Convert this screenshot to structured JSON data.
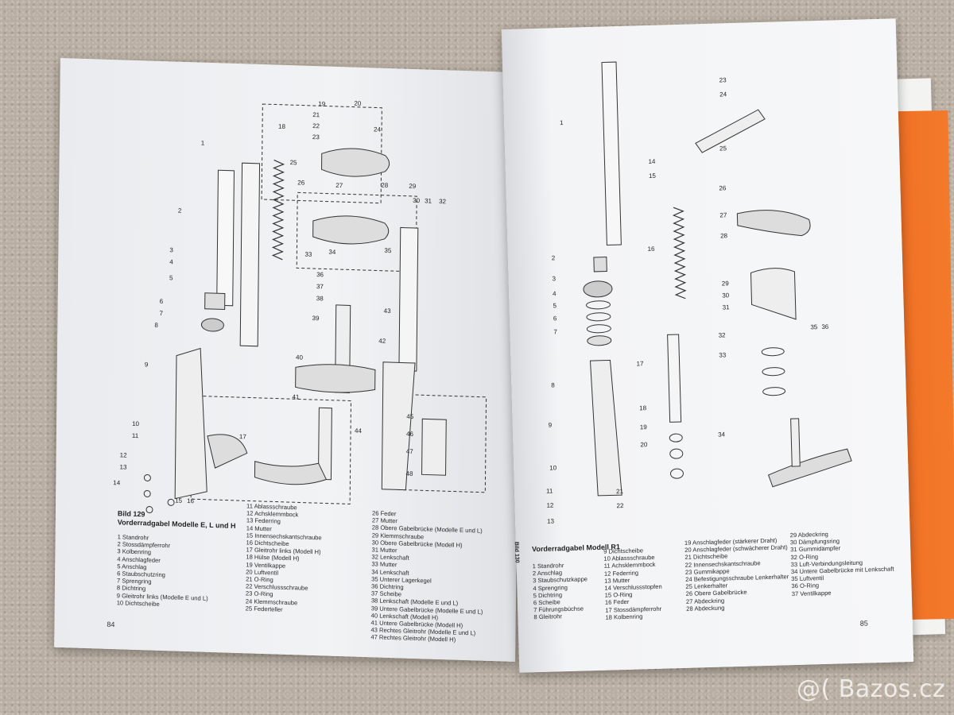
{
  "left_page": {
    "figure_title_line1": "Bild 129",
    "figure_title_line2": "Vorderradgabel Modelle E, L und H",
    "page_number": "84",
    "legend_col1": [
      "1  Standrohr",
      "2  Stossdämpferrohr",
      "3  Kolbenring",
      "4  Anschlagfeder",
      "5  Anschlag",
      "6  Staubschutzring",
      "7  Sprengring",
      "8  Dichtring",
      "9  Gleitrohr links (Modelle E und L)",
      "10  Dichtscheibe"
    ],
    "legend_col2": [
      "11  Ablassschraube",
      "12  Achsklemmbock",
      "13  Federring",
      "14  Mutter",
      "15  Innensechskantschraube",
      "16  Dichtscheibe",
      "17  Gleitrohr links (Modell H)",
      "18  Hülse (Modell H)",
      "19  Ventilkappe",
      "20  Luftventil",
      "21  O-Ring",
      "22  Verschlussschraube",
      "23  O-Ring",
      "24  Klemmschraube",
      "25  Federteller"
    ],
    "legend_col3": [
      "26  Feder",
      "27  Mutter",
      "28  Obere Gabelbrücke (Modelle E und L)",
      "29  Klemmschraube",
      "30  Obere Gabelbrücke (Modell H)",
      "31  Mutter",
      "32  Lenkschaft",
      "33  Mutter",
      "34  Lenkschaft",
      "35  Unterer Lagerkegel",
      "36  Dichtring",
      "37  Scheibe",
      "38  Lenkschaft (Modelle E und L)",
      "39  Untere Gabelbrücke (Modelle E und L)",
      "40  Lenkschaft (Modell H)",
      "41  Untere Gabelbrücke (Modell H)",
      "43  Rechtes Gleitrohr (Modelle E und L)",
      "47  Rechtes Gleitrohr (Modell H)"
    ],
    "callouts": [
      "1",
      "2",
      "3",
      "4",
      "5",
      "6",
      "7",
      "8",
      "9",
      "10",
      "11",
      "12",
      "13",
      "14",
      "15",
      "16",
      "17",
      "18",
      "19",
      "20",
      "21",
      "22",
      "23",
      "24",
      "25",
      "26",
      "27",
      "28",
      "29",
      "30",
      "31",
      "32",
      "33",
      "34",
      "35",
      "36",
      "37",
      "38",
      "39",
      "40",
      "41",
      "42",
      "43",
      "44",
      "45",
      "46",
      "47",
      "48"
    ]
  },
  "right_page": {
    "figure_title_line1": "Bild 130",
    "figure_title_line2": "Vorderradgabel Modell R1",
    "page_number": "85",
    "legend_col1": [
      "1  Standrohr",
      "2  Anschlag",
      "3  Staubschutzkappe",
      "4  Sprengring",
      "5  Dichtring",
      "6  Scheibe",
      "7  Führungsbüchse",
      "8  Gleitrohr"
    ],
    "legend_col2": [
      "9  Dichtscheibe",
      "10  Ablassschraube",
      "11  Achsklemmbock",
      "12  Federring",
      "13  Mutter",
      "14  Verschlussstopfen",
      "15  O-Ring",
      "16  Feder",
      "17  Stossdämpferrohr",
      "18  Kolbenring"
    ],
    "legend_col3": [
      "19  Anschlagfeder (stärkerer Draht)",
      "20  Anschlagfeder (schwächerer Draht)",
      "21  Dichtscheibe",
      "22  Innensechskantschraube",
      "23  Gummikappe",
      "24  Befestigungsschraube Lenkerhalter",
      "25  Lenkerhalter",
      "26  Obere Gabelbrücke",
      "27  Abdeckring",
      "28  Abdeckung"
    ],
    "legend_col4": [
      "29  Abdeckring",
      "30  Dämpfungsring",
      "31  Gummidämpfer",
      "32  O-Ring",
      "33  Luft-Verbindungsleitung",
      "34  Untere Gabelbrücke mit Lenkschaft",
      "35  Luftventil",
      "36  O-Ring",
      "37  Ventilkappe"
    ],
    "callouts": [
      "1",
      "2",
      "3",
      "4",
      "5",
      "6",
      "7",
      "8",
      "9",
      "10",
      "11",
      "12",
      "13",
      "14",
      "15",
      "16",
      "17",
      "18",
      "19",
      "20",
      "21",
      "22",
      "23",
      "24",
      "25",
      "26",
      "27",
      "28",
      "29",
      "30",
      "31",
      "32",
      "33",
      "34",
      "35",
      "36"
    ]
  },
  "watermark": "@( Bazos.cz",
  "colors": {
    "cover": "#f06a22",
    "paper": "#eef0f2",
    "ink": "#222222",
    "background": "#b9aea2"
  }
}
